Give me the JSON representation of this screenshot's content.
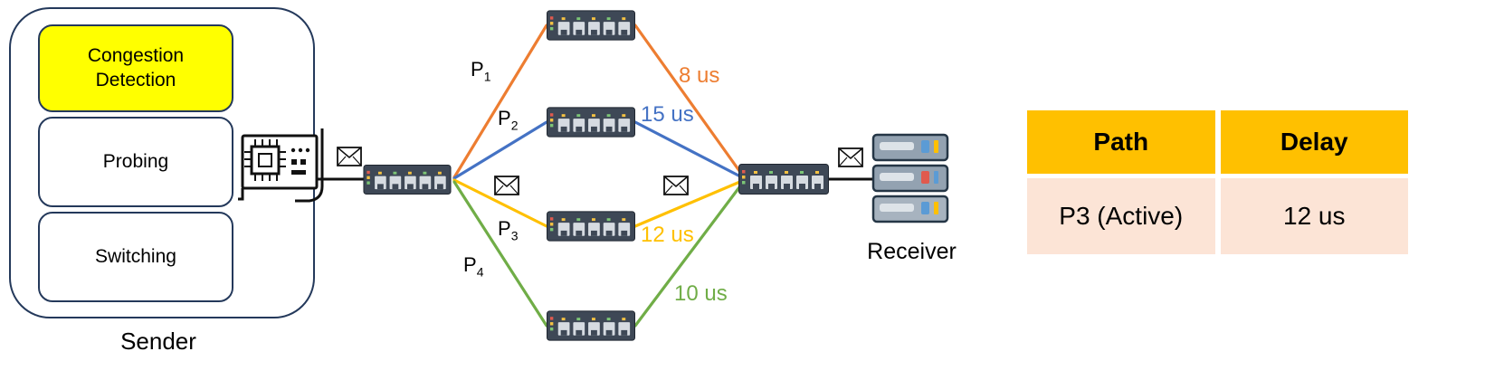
{
  "sender": {
    "label": "Sender",
    "modules": [
      {
        "label": "Congestion Detection",
        "bg": "#FFFF00"
      },
      {
        "label": "Probing",
        "bg": "#FFFFFF"
      },
      {
        "label": "Switching",
        "bg": "#FFFFFF"
      }
    ]
  },
  "receiver": {
    "label": "Receiver"
  },
  "paths": [
    {
      "base": "P",
      "sub": "1",
      "delay": "8 us",
      "color": "#ED7D31"
    },
    {
      "base": "P",
      "sub": "2",
      "delay": "15 us",
      "color": "#4472C4"
    },
    {
      "base": "P",
      "sub": "3",
      "delay": "12 us",
      "color": "#FFC000"
    },
    {
      "base": "P",
      "sub": "4",
      "delay": "10 us",
      "color": "#70AD47"
    }
  ],
  "table": {
    "headers": [
      "Path",
      "Delay"
    ],
    "rows": [
      [
        "P3 (Active)",
        "12 us"
      ]
    ],
    "header_bg": "#FFC000",
    "row_bg": "#FCE4D6"
  },
  "icons": {
    "switch": "network-switch-icon",
    "envelope": "envelope-icon",
    "nic": "nic-card-icon",
    "server": "server-stack-icon"
  }
}
